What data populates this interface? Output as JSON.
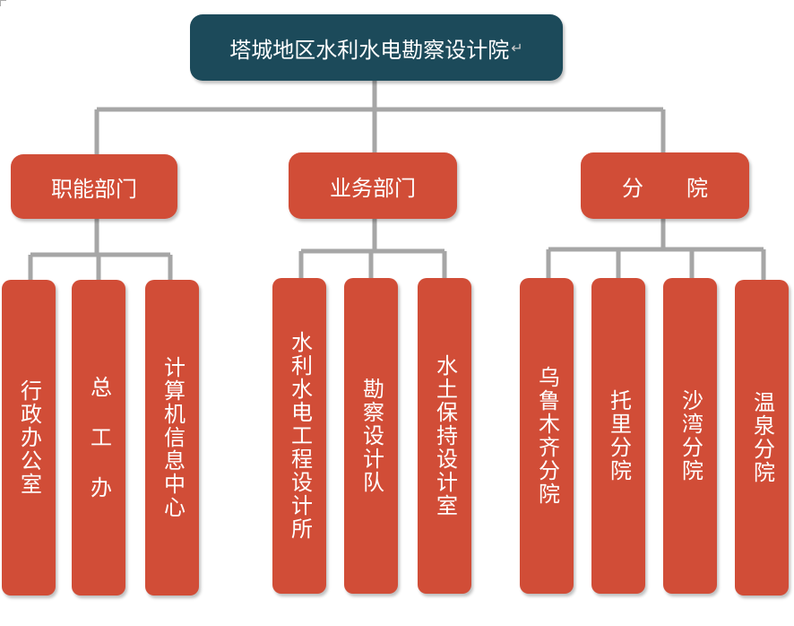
{
  "root": {
    "title": "塔城地区水利水电勘察设计院",
    "mark": "↵"
  },
  "departments": [
    {
      "label": "职能部门",
      "children": [
        "行政办公室",
        "总 工 办",
        "计算机信息中心"
      ]
    },
    {
      "label": "业务部门",
      "children": [
        "水利水电工程设计所",
        "勘察设计队",
        "水土保持设计室"
      ]
    },
    {
      "label": "分　　院",
      "children": [
        "乌鲁木齐分院",
        "托里分院",
        "沙湾分院",
        "温泉分院"
      ]
    }
  ],
  "colors": {
    "root": "#1c4a5a",
    "node": "#d14d37",
    "connector": "#a6a6a6",
    "text": "#ffffff"
  }
}
